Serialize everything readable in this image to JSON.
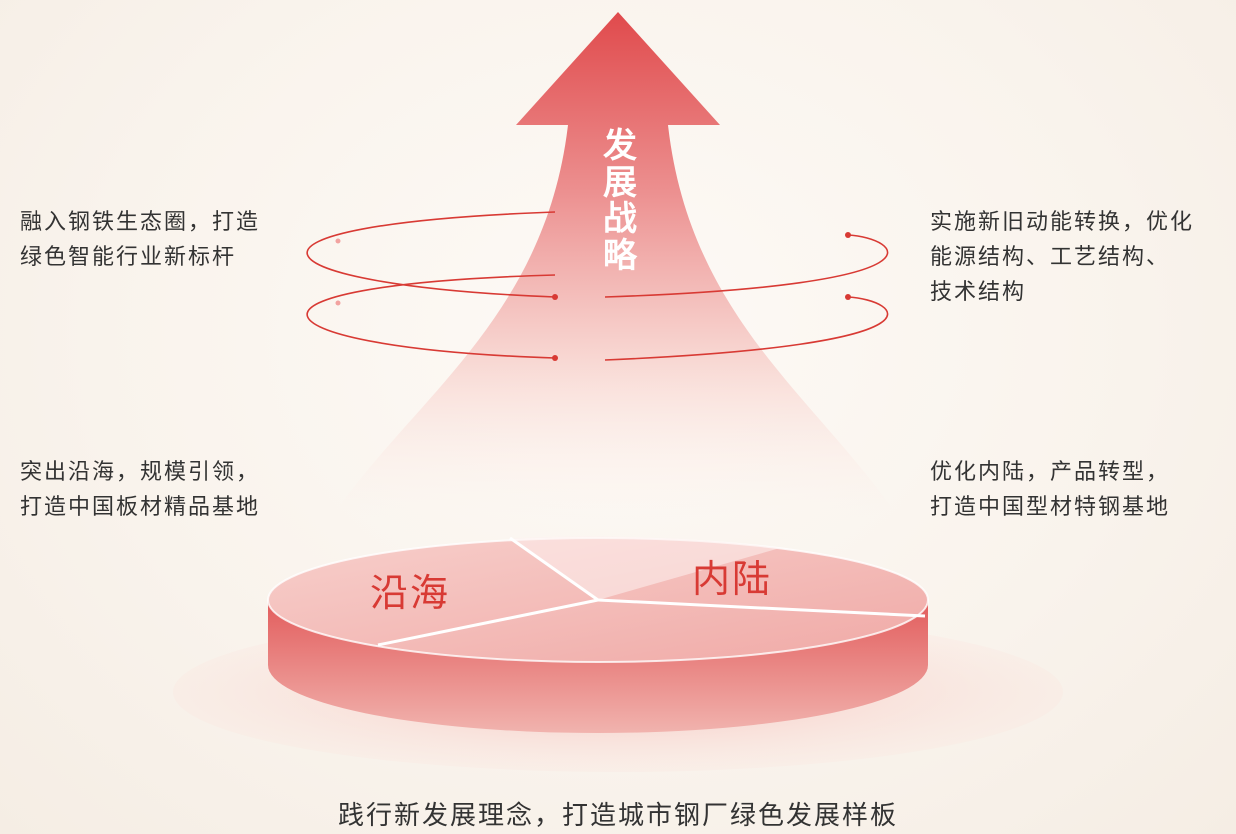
{
  "arrow": {
    "label_chars": [
      "发",
      "展",
      "战",
      "略"
    ]
  },
  "notes": {
    "top_left": [
      "融入钢铁生态圈，打造",
      "绿色智能行业新标杆"
    ],
    "top_right": [
      "实施新旧动能转换，优化",
      "能源结构、工艺结构、",
      "技术结构"
    ],
    "bottom_left": [
      "突出沿海，规模引领，",
      "打造中国板材精品基地"
    ],
    "bottom_right": [
      "优化内陆，产品转型，",
      "打造中国型材特钢基地"
    ]
  },
  "pie": {
    "segments": [
      "沿海",
      "内陆"
    ]
  },
  "slogan": "践行新发展理念，打造城市钢厂绿色发展样板",
  "colors": {
    "accent": "#d83a34",
    "arrow_top": "#e04a4c",
    "disc": "#ed8d8d",
    "text": "#333333"
  }
}
